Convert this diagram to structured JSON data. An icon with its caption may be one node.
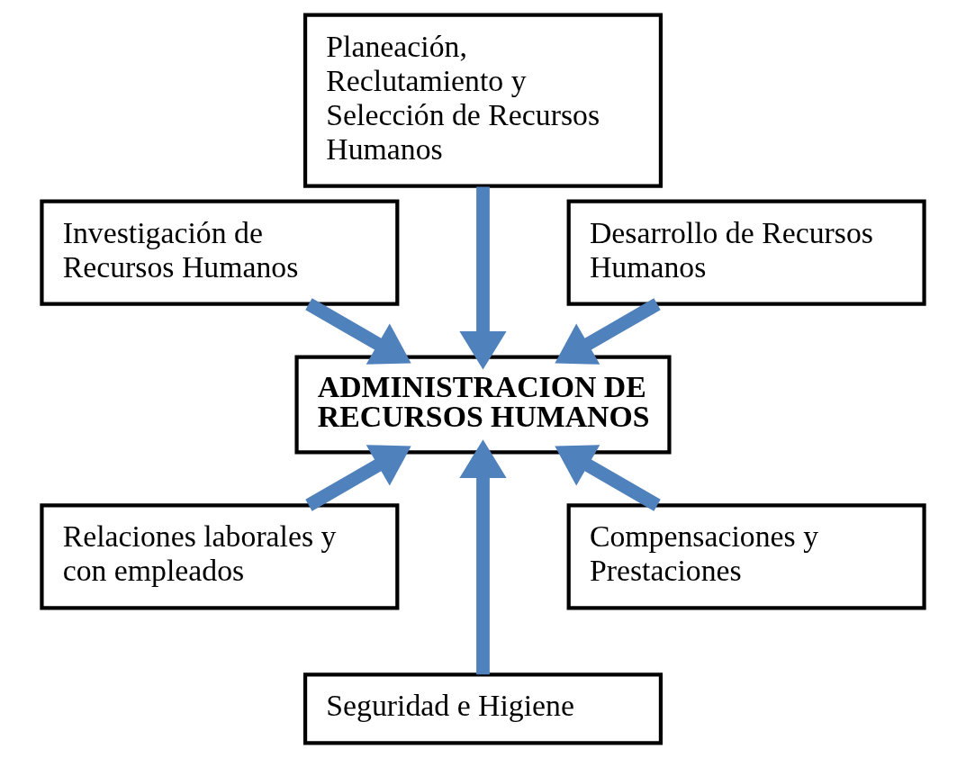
{
  "diagram": {
    "nodes": [
      {
        "text": [
          "Planeación, Reclutamiento y Selección de Recursos Humanos"
        ]
      },
      {
        "text": [
          "Investigación de Recursos Humanos"
        ]
      },
      {
        "text": [
          "Desarrollo de Recursos Humanos"
        ]
      },
      {
        "text": [
          "ADMINISTRACION DE RECURSOS HUMANOS"
        ]
      },
      {
        "text": [
          "Relaciones laborales y con empleados"
        ]
      },
      {
        "text": [
          "Compensaciones y Prestaciones"
        ]
      },
      {
        "text": [
          "Seguridad e Higiene"
        ]
      }
    ],
    "edges": [
      {
        "from": 0,
        "to": 3,
        "arrow": "to"
      },
      {
        "from": 2,
        "to": 3,
        "arrow": "to"
      },
      {
        "from": 5,
        "to": 3,
        "arrow": "to"
      },
      {
        "from": 6,
        "to": 3,
        "arrow": "to"
      },
      {
        "from": 4,
        "to": 3,
        "arrow": "to"
      },
      {
        "from": 1,
        "to": 3,
        "arrow": "to"
      }
    ]
  }
}
